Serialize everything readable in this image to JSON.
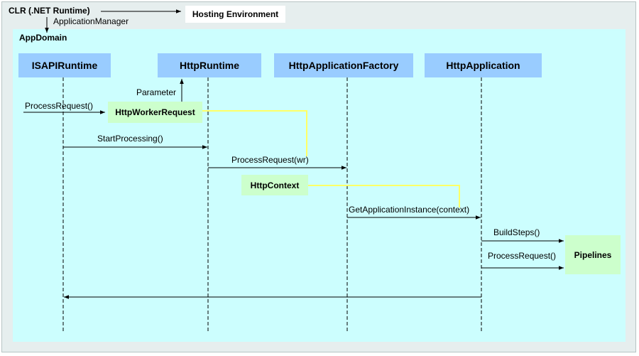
{
  "clr": {
    "title": "CLR (.NET Runtime)",
    "manager": "ApplicationManager",
    "hosting": "Hosting Environment"
  },
  "appdomain": {
    "title": "AppDomain"
  },
  "lifelines": [
    "ISAPIRuntime",
    "HttpRuntime",
    "HttpApplicationFactory",
    "HttpApplication"
  ],
  "objects": {
    "worker_request": "HttpWorkerRequest",
    "context": "HttpContext",
    "pipelines": "Pipelines"
  },
  "messages": {
    "parameter": "Parameter",
    "process_request_in": "ProcessRequest()",
    "start_processing": "StartProcessing()",
    "process_request_wr": "ProcessRequest(wr)",
    "get_app_instance": "GetApplicationInstance(context)",
    "build_steps": "BuildSteps()",
    "process_request_pipe": "ProcessRequest()"
  },
  "colors": {
    "lifeline_box": "#99ccff",
    "object_box": "#ccffcc",
    "appdomain_bg": "#ccfefe",
    "clr_bg": "#e6eeee",
    "link_line": "#ffff66"
  }
}
